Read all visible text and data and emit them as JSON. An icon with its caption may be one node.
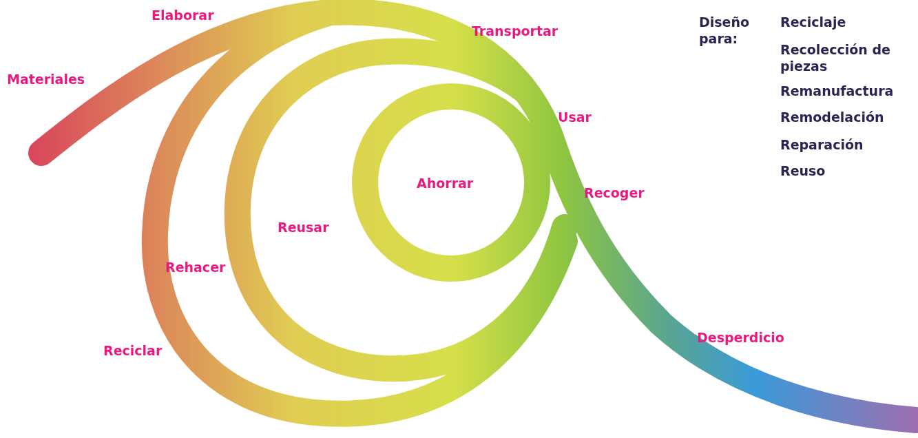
{
  "diagram": {
    "labels": [
      "Elaborar",
      "Transportar",
      "Materiales",
      "Usar",
      "Ahorrar",
      "Recoger",
      "Reusar",
      "Rehacer",
      "Reciclar",
      "Desperdicio",
      "Diseño para:",
      "Reciclaje",
      "Recolección de piezas",
      "Remanufactura",
      "Remodelación",
      "Reparación",
      "Reuso"
    ]
  }
}
